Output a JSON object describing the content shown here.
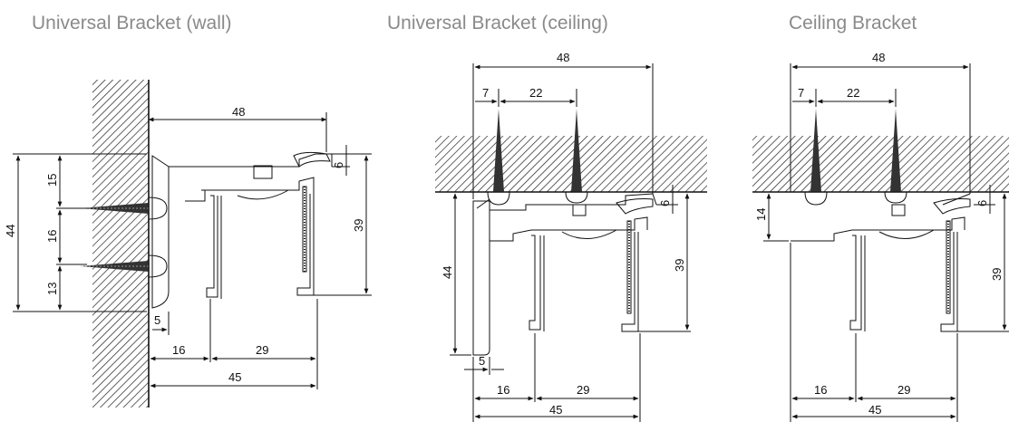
{
  "panels": [
    {
      "title": "Universal Bracket (wall)",
      "dims": {
        "overall_width": "48",
        "top": "15",
        "middle": "16",
        "bottom": "13",
        "total_height": "44",
        "lip": "6",
        "rail_height": "39",
        "wall_offset": "5",
        "left": "16",
        "right": "29",
        "total_width": "45"
      }
    },
    {
      "title": "Universal Bracket (ceiling)",
      "dims": {
        "overall_width": "48",
        "screw_offset": "7",
        "screw_spacing": "22",
        "lip": "6",
        "plate_height": "44",
        "rail_height": "39",
        "plate_offset": "5",
        "left": "16",
        "right": "29",
        "total_width": "45"
      }
    },
    {
      "title": "Ceiling Bracket",
      "dims": {
        "overall_width": "48",
        "screw_offset": "7",
        "screw_spacing": "22",
        "lip": "6",
        "drop": "14",
        "rail_height": "39",
        "left": "16",
        "right": "29",
        "total_width": "45"
      }
    }
  ]
}
